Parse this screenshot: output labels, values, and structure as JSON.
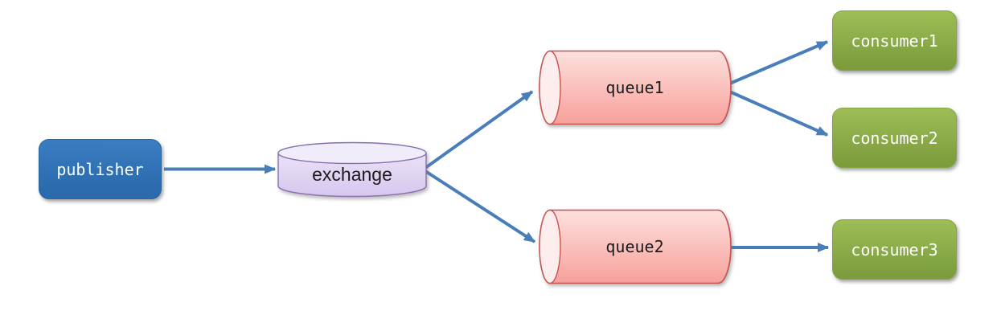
{
  "diagram_type": "message-flow-diagram",
  "nodes": {
    "publisher": {
      "label": "publisher",
      "shape": "rounded-box"
    },
    "exchange": {
      "label": "exchange",
      "shape": "cylinder-vertical"
    },
    "queue1": {
      "label": "queue1",
      "shape": "cylinder-horizontal"
    },
    "queue2": {
      "label": "queue2",
      "shape": "cylinder-horizontal"
    },
    "consumer1": {
      "label": "consumer1",
      "shape": "rounded-box"
    },
    "consumer2": {
      "label": "consumer2",
      "shape": "rounded-box"
    },
    "consumer3": {
      "label": "consumer3",
      "shape": "rounded-box"
    }
  },
  "edges": [
    {
      "from": "publisher",
      "to": "exchange"
    },
    {
      "from": "exchange",
      "to": "queue1"
    },
    {
      "from": "exchange",
      "to": "queue2"
    },
    {
      "from": "queue1",
      "to": "consumer1"
    },
    {
      "from": "queue1",
      "to": "consumer2"
    },
    {
      "from": "queue2",
      "to": "consumer3"
    }
  ],
  "colors": {
    "publisher-top": "#3a7dc1",
    "publisher-bottom": "#2a6aad",
    "publisher-border": "#2a65a0",
    "exchange-top": "#f1ecfa",
    "exchange-body-light": "#eae2f7",
    "exchange-body-dark": "#d6c6ee",
    "exchange-border": "#8a6fb0",
    "queue-cap": "#fdeeed",
    "queue-light": "#fce0de",
    "queue-dark": "#f8a09a",
    "queue-border": "#c6524e",
    "consumer-top": "#9dbe55",
    "consumer-bottom": "#7b9b3d",
    "consumer-border": "#84a447",
    "arrow": "#4a7ebb",
    "label-light": "#ffffff",
    "label-dark": "#1b1b1b",
    "background": "#ffffff"
  }
}
